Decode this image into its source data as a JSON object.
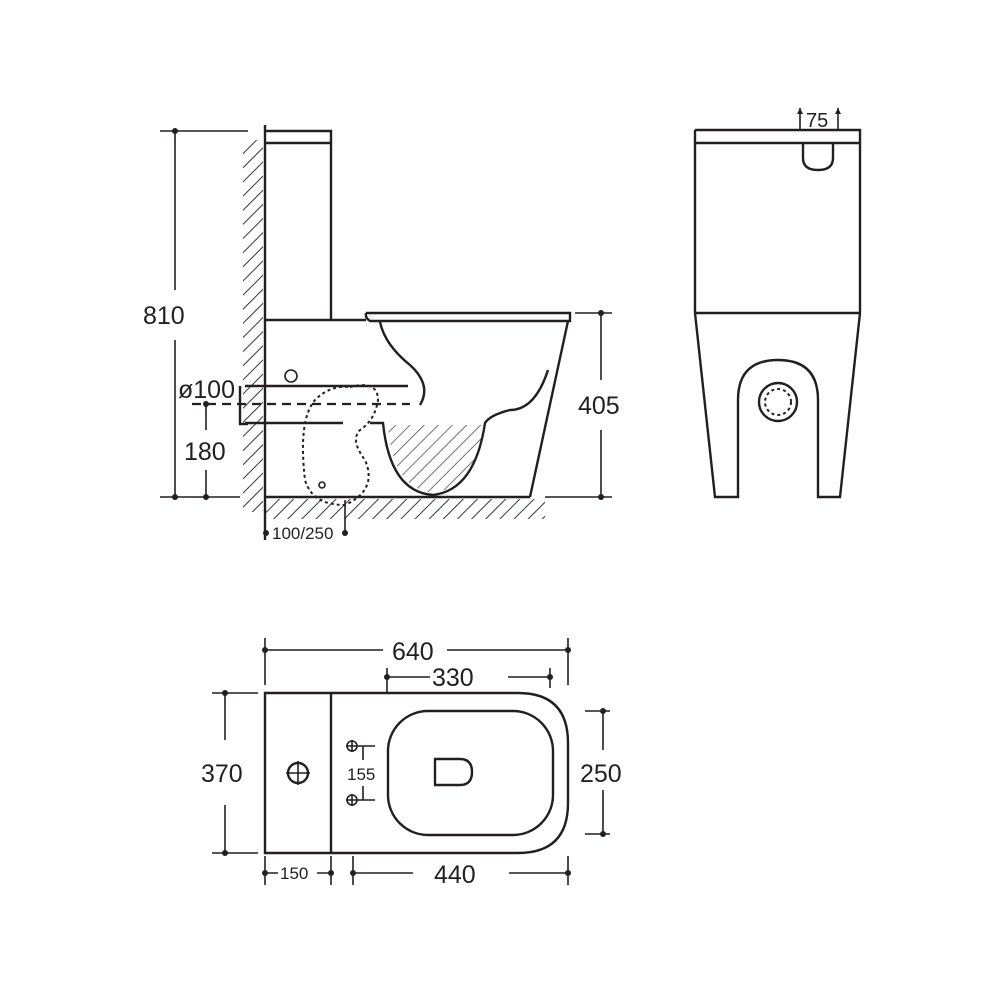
{
  "side_view": {
    "total_height": "810",
    "seat_height": "405",
    "outlet_diameter": "ø100",
    "outlet_height": "180",
    "outlet_offset": "100/250"
  },
  "front_view": {
    "button_spacing": "75"
  },
  "top_view": {
    "total_length": "640",
    "bowl_length": "330",
    "width": "370",
    "seat_width": "250",
    "tank_depth": "150",
    "bowl_depth": "440",
    "fixing_spacing": "155"
  },
  "colors": {
    "line": "#231f20",
    "background": "#ffffff"
  }
}
